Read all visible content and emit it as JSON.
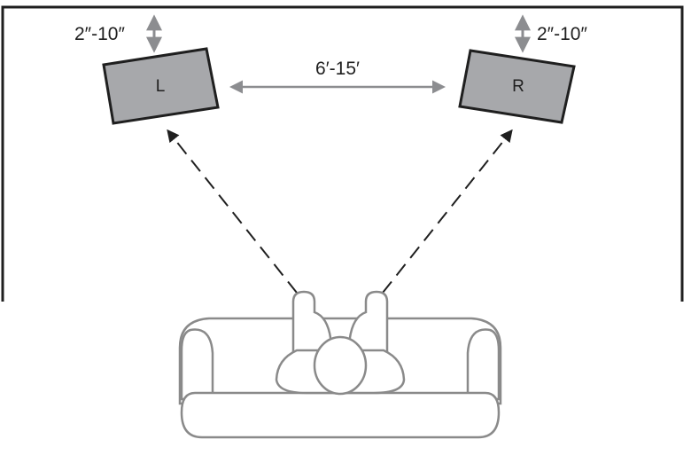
{
  "speakers": {
    "left": {
      "label": "L",
      "height_offset": "2″-10″"
    },
    "right": {
      "label": "R",
      "height_offset": "2″-10″"
    }
  },
  "separation": "6′-15′",
  "colors": {
    "line": "#1f1f1f",
    "speaker_fill": "#a7a8ab",
    "arrow_gray": "#8c8d90",
    "furniture_stroke": "#8a8a8a"
  }
}
